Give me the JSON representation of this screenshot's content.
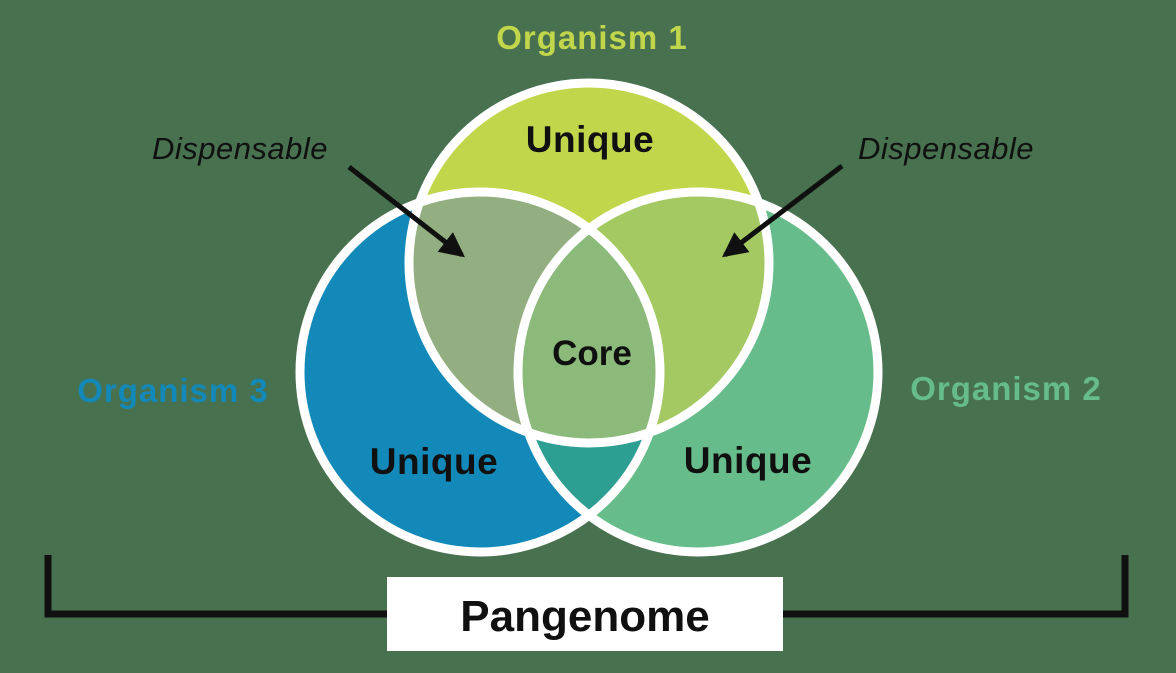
{
  "diagram": {
    "kind": "venn-3",
    "title": "Pangenome"
  },
  "labels": {
    "organism1": "Organism 1",
    "organism2": "Organism 2",
    "organism3": "Organism 3",
    "unique_top": "Unique",
    "unique_left": "Unique",
    "unique_right": "Unique",
    "core": "Core",
    "dispensable_left": "Dispensable",
    "dispensable_right": "Dispensable",
    "pangenome": "Pangenome"
  },
  "colors": {
    "background": "#47714f",
    "outline": "#ffffff",
    "text": "#101010",
    "org1": "#c1d64b",
    "org2": "#66bd8b",
    "org3": "#1389b9",
    "overlap_1_3": "#93af81",
    "overlap_1_2": "#a4c962",
    "overlap_2_3": "#2d9f92",
    "core": "#8cba7a",
    "annotation": "#101010",
    "bracket": "#101010",
    "pangenome_box": "#ffffff"
  }
}
